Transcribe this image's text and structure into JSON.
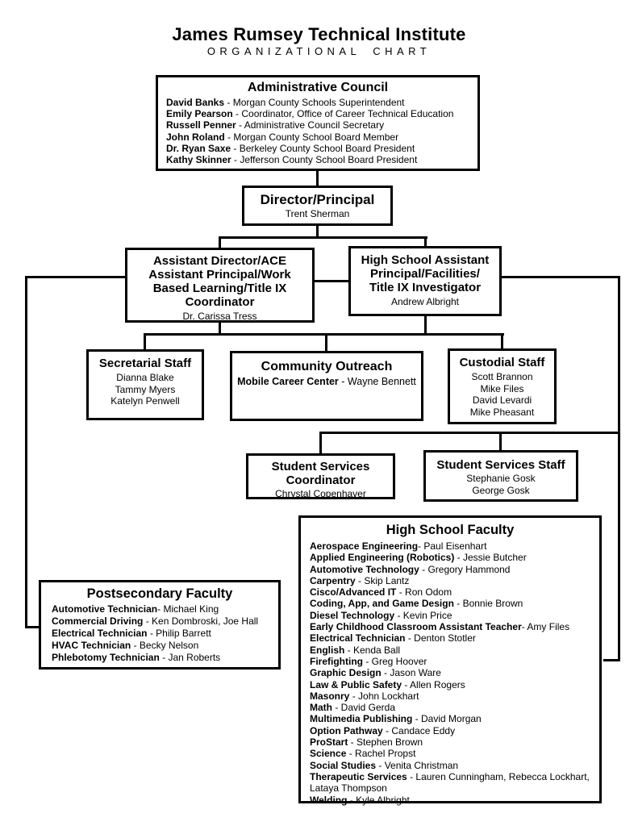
{
  "colors": {
    "ink": "#000000",
    "paper": "#ffffff"
  },
  "header": {
    "title": "James Rumsey Technical Institute",
    "subtitle": "ORGANIZATIONAL CHART"
  },
  "boxes": {
    "admin_council": {
      "title": "Administrative Council",
      "members": [
        {
          "label": "David Banks",
          "rest": " - Morgan County Schools Superintendent"
        },
        {
          "label": "Emily Pearson",
          "rest": " - Coordinator, Office of Career Technical Education"
        },
        {
          "label": "Russell Penner",
          "rest": " - Administrative Council Secretary"
        },
        {
          "label": "John Roland",
          "rest": " - Morgan County School Board Member"
        },
        {
          "label": "Dr. Ryan Saxe",
          "rest": " - Berkeley County School Board President"
        },
        {
          "label": "Kathy Skinner",
          "rest": " - Jefferson County School Board President"
        }
      ]
    },
    "director": {
      "title": "Director/Principal",
      "name": "Trent Sherman"
    },
    "assistant_director": {
      "title_lines": [
        "Assistant Director/ACE",
        "Assistant Principal/Work",
        "Based Learning/Title IX",
        "Coordinator"
      ],
      "name": "Dr. Carissa Tress"
    },
    "hs_assistant": {
      "title_lines": [
        "High School Assistant",
        "Principal/Facilities/",
        "Title IX Investigator"
      ],
      "name": "Andrew Albright"
    },
    "secretarial": {
      "title": "Secretarial Staff",
      "people": [
        "Dianna Blake",
        "Tammy Myers",
        "Katelyn Penwell"
      ]
    },
    "community_outreach": {
      "title": "Community Outreach",
      "members": [
        {
          "label": "Mobile Career Center",
          "rest": " - Wayne Bennett"
        }
      ]
    },
    "custodial": {
      "title": "Custodial Staff",
      "people": [
        "Scott Brannon",
        "Mike Files",
        "David Levardi",
        "Mike Pheasant"
      ]
    },
    "student_services_coordinator": {
      "title_lines": [
        "Student Services",
        "Coordinator"
      ],
      "name": "Chrystal Copenhaver"
    },
    "student_services_staff": {
      "title": "Student Services Staff",
      "people": [
        "Stephanie Gosk",
        "George Gosk"
      ]
    },
    "hs_faculty": {
      "title": "High School Faculty",
      "members": [
        {
          "label": "Aerospace Engineering",
          "rest": "- Paul Eisenhart"
        },
        {
          "label": "Applied Engineering (Robotics)",
          "rest": " - Jessie Butcher"
        },
        {
          "label": "Automotive Technology",
          "rest": " - Gregory Hammond"
        },
        {
          "label": "Carpentry",
          "rest": " - Skip Lantz"
        },
        {
          "label": "Cisco/Advanced IT",
          "rest": " - Ron Odom"
        },
        {
          "label": "Coding, App, and Game Design",
          "rest": " - Bonnie Brown"
        },
        {
          "label": "Diesel Technology",
          "rest": " - Kevin Price"
        },
        {
          "label": "Early Childhood Classroom Assistant Teacher",
          "rest": "- Amy Files"
        },
        {
          "label": "Electrical Technician",
          "rest": " - Denton Stotler"
        },
        {
          "label": "English",
          "rest": " - Kenda Ball"
        },
        {
          "label": "Firefighting",
          "rest": " - Greg Hoover"
        },
        {
          "label": "Graphic Design",
          "rest": " - Jason Ware"
        },
        {
          "label": "Law & Public Safety",
          "rest": " - Allen Rogers"
        },
        {
          "label": "Masonry",
          "rest": " - John Lockhart"
        },
        {
          "label": "Math",
          "rest": " - David Gerda"
        },
        {
          "label": "Multimedia Publishing",
          "rest": " - David Morgan"
        },
        {
          "label": "Option Pathway",
          "rest": " - Candace Eddy"
        },
        {
          "label": "ProStart",
          "rest": " - Stephen Brown"
        },
        {
          "label": "Science",
          "rest": " - Rachel Propst"
        },
        {
          "label": "Social Studies",
          "rest": " - Venita Christman"
        },
        {
          "label": "Therapeutic Services",
          "rest": " - Lauren Cunningham, Rebecca Lockhart, Lataya Thompson"
        },
        {
          "label": "Welding",
          "rest": " - Kyle Albright"
        }
      ]
    },
    "postsecondary_faculty": {
      "title": "Postsecondary Faculty",
      "members": [
        {
          "label": "Automotive Technician",
          "rest": "- Michael King"
        },
        {
          "label": "Commercial Driving",
          "rest": " - Ken Dombroski, Joe Hall"
        },
        {
          "label": "Electrical Technician",
          "rest": " - Philip Barrett"
        },
        {
          "label": "HVAC Technician",
          "rest": " - Becky Nelson"
        },
        {
          "label": "Phlebotomy Technician",
          "rest": " - Jan Roberts"
        }
      ]
    }
  }
}
